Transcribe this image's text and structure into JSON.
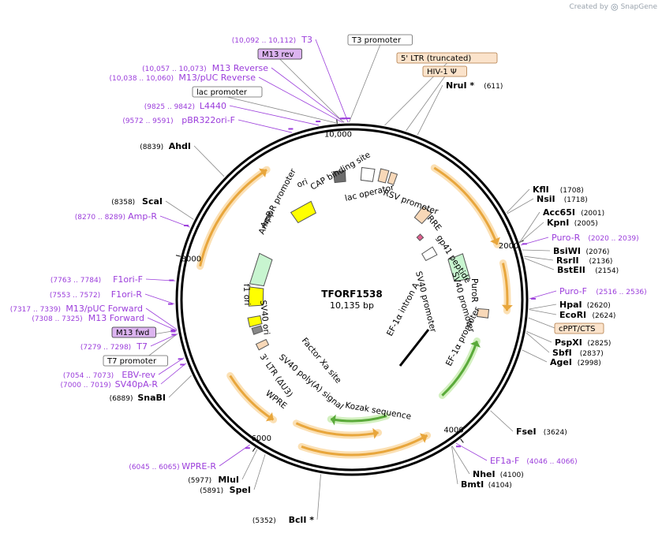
{
  "branding": {
    "created_by": "Created by",
    "product": "SnapGene"
  },
  "plasmid": {
    "name": "TFORF1538",
    "size_label": "10,135 bp",
    "length": 10135
  },
  "colors": {
    "orange_feature": "#e8a63c",
    "orange_halo": "#fbe0b4",
    "green_feature": "#5aaa3a",
    "green_halo": "#d3f0c0",
    "primer": "#9b3ddb",
    "ampr_fill": "#c8f5d0",
    "ori_fill": "#ffff00",
    "ltr_fill": "#f8d8b8",
    "promoter_fill": "#ffffff",
    "backbone": "#000000"
  },
  "ticks": [
    {
      "label": "10,000",
      "pos": 10000
    },
    {
      "label": "2000",
      "pos": 2000
    },
    {
      "label": "4000",
      "pos": 4000
    },
    {
      "label": "6000",
      "pos": 6000
    },
    {
      "label": "8000",
      "pos": 8000
    }
  ],
  "enzymes": [
    {
      "name": "NruI *",
      "pos": "(611)",
      "side": "right",
      "bp": 611
    },
    {
      "name": "KflI",
      "pos": "(1708)",
      "side": "right",
      "bp": 1708
    },
    {
      "name": "NsiI",
      "pos": "(1718)",
      "side": "right",
      "bp": 1718
    },
    {
      "name": "Acc65I",
      "pos": "(2001)",
      "side": "right",
      "bp": 2001
    },
    {
      "name": "KpnI",
      "pos": "(2005)",
      "side": "right",
      "bp": 2005
    },
    {
      "name": "BsiWI",
      "pos": "(2076)",
      "side": "right",
      "bp": 2076
    },
    {
      "name": "RsrII",
      "pos": "(2136)",
      "side": "right",
      "bp": 2136
    },
    {
      "name": "BstEII",
      "pos": "(2154)",
      "side": "right",
      "bp": 2154
    },
    {
      "name": "HpaI",
      "pos": "(2620)",
      "side": "right",
      "bp": 2620
    },
    {
      "name": "EcoRI",
      "pos": "(2624)",
      "side": "right",
      "bp": 2624
    },
    {
      "name": "PspXI",
      "pos": "(2825)",
      "side": "right",
      "bp": 2825
    },
    {
      "name": "SbfI",
      "pos": "(2837)",
      "side": "right",
      "bp": 2837
    },
    {
      "name": "AgeI",
      "pos": "(2998)",
      "side": "right",
      "bp": 2998
    },
    {
      "name": "FseI",
      "pos": "(3624)",
      "side": "right",
      "bp": 3624
    },
    {
      "name": "NheI",
      "pos": "(4100)",
      "side": "right",
      "bp": 4100
    },
    {
      "name": "BmtI",
      "pos": "(4104)",
      "side": "right",
      "bp": 4104
    },
    {
      "name": "BclI *",
      "pos": "(5352)",
      "side": "left",
      "bp": 5352
    },
    {
      "name": "SpeI",
      "pos": "(5891)",
      "side": "left",
      "bp": 5891
    },
    {
      "name": "MluI",
      "pos": "(5977)",
      "side": "left",
      "bp": 5977
    },
    {
      "name": "SnaBI",
      "pos": "(6889)",
      "side": "left",
      "bp": 6889
    },
    {
      "name": "ScaI",
      "pos": "(8358)",
      "side": "left",
      "bp": 8358
    },
    {
      "name": "AhdI",
      "pos": "(8839)",
      "side": "left",
      "bp": 8839
    }
  ],
  "primers": [
    {
      "name": "T3",
      "pos": "(10,092 .. 10,112)",
      "side": "left",
      "bp": 10100
    },
    {
      "name": "M13 Reverse",
      "pos": "(10,057 .. 10,073)",
      "side": "left",
      "bp": 10065
    },
    {
      "name": "M13/pUC Reverse",
      "pos": "(10,038 .. 10,060)",
      "side": "left",
      "bp": 10050
    },
    {
      "name": "L4440",
      "pos": "(9825 .. 9842)",
      "side": "left",
      "bp": 9833
    },
    {
      "name": "pBR322ori-F",
      "pos": "(9572 .. 9591)",
      "side": "left",
      "bp": 9580
    },
    {
      "name": "Amp-R",
      "pos": "(8270 .. 8289)",
      "side": "left",
      "bp": 8280
    },
    {
      "name": "F1ori-F",
      "pos": "(7763 .. 7784)",
      "side": "left",
      "bp": 7773
    },
    {
      "name": "F1ori-R",
      "pos": "(7553 .. 7572)",
      "side": "left",
      "bp": 7562
    },
    {
      "name": "M13/pUC Forward",
      "pos": "(7317 .. 7339)",
      "side": "left",
      "bp": 7328
    },
    {
      "name": "M13 Forward",
      "pos": "(7308 .. 7325)",
      "side": "left",
      "bp": 7316
    },
    {
      "name": "T7",
      "pos": "(7279 .. 7298)",
      "side": "left",
      "bp": 7288
    },
    {
      "name": "EBV-rev",
      "pos": "(7054 .. 7073)",
      "side": "left",
      "bp": 7063
    },
    {
      "name": "SV40pA-R",
      "pos": "(7000 .. 7019)",
      "side": "left",
      "bp": 7010
    },
    {
      "name": "WPRE-R",
      "pos": "(6045 .. 6065)",
      "side": "left",
      "bp": 6055
    },
    {
      "name": "Puro-R",
      "pos": "(2020 .. 2039)",
      "side": "right",
      "bp": 2030
    },
    {
      "name": "Puro-F",
      "pos": "(2516 .. 2536)",
      "side": "right",
      "bp": 2526
    },
    {
      "name": "EF1a-F",
      "pos": "(4046 .. 4066)",
      "side": "right",
      "bp": 4056
    }
  ],
  "boxed_labels": [
    {
      "name": "T3 promoter",
      "style": "white"
    },
    {
      "name": "M13 rev",
      "style": "purple"
    },
    {
      "name": "5' LTR (truncated)",
      "style": "ltr"
    },
    {
      "name": "HIV-1 Ψ",
      "style": "ltr"
    },
    {
      "name": "lac promoter",
      "style": "white"
    },
    {
      "name": "cPPT/CTS",
      "style": "ltr"
    },
    {
      "name": "M13 fwd",
      "style": "purple"
    },
    {
      "name": "T7 promoter",
      "style": "white"
    }
  ],
  "inner_labels": [
    {
      "text": "CAP binding site",
      "rot": -30
    },
    {
      "text": "lac operator",
      "rot": -13
    },
    {
      "text": "RSV promoter",
      "rot": 20
    },
    {
      "text": "RRE",
      "rot": 50
    },
    {
      "text": "gp41 peptide",
      "rot": 57
    },
    {
      "text": "SV40 promoter",
      "rot": 76
    },
    {
      "text": "SV40 promoter",
      "rot": 74
    },
    {
      "text": "PuroR",
      "rot": 90
    },
    {
      "text": "EF-1α promoter",
      "rot": -63
    },
    {
      "text": "EF-1α intron A",
      "rot": -62
    },
    {
      "text": "Kozak sequence",
      "rot": 10
    },
    {
      "text": "WPRE",
      "rot": 38
    },
    {
      "text": "3' LTR (ΔU3)",
      "rot": 55
    },
    {
      "text": "SV40 poly(A) signal",
      "rot": 40
    },
    {
      "text": "Factor Xa site",
      "rot": 50
    },
    {
      "text": "SV40 ori",
      "rot": 84
    },
    {
      "text": "f1 ori",
      "rot": 88
    },
    {
      "text": "AmpR",
      "rot": -67
    },
    {
      "text": "AmpR promoter",
      "rot": -62
    },
    {
      "text": "ori",
      "rot": -22
    }
  ]
}
